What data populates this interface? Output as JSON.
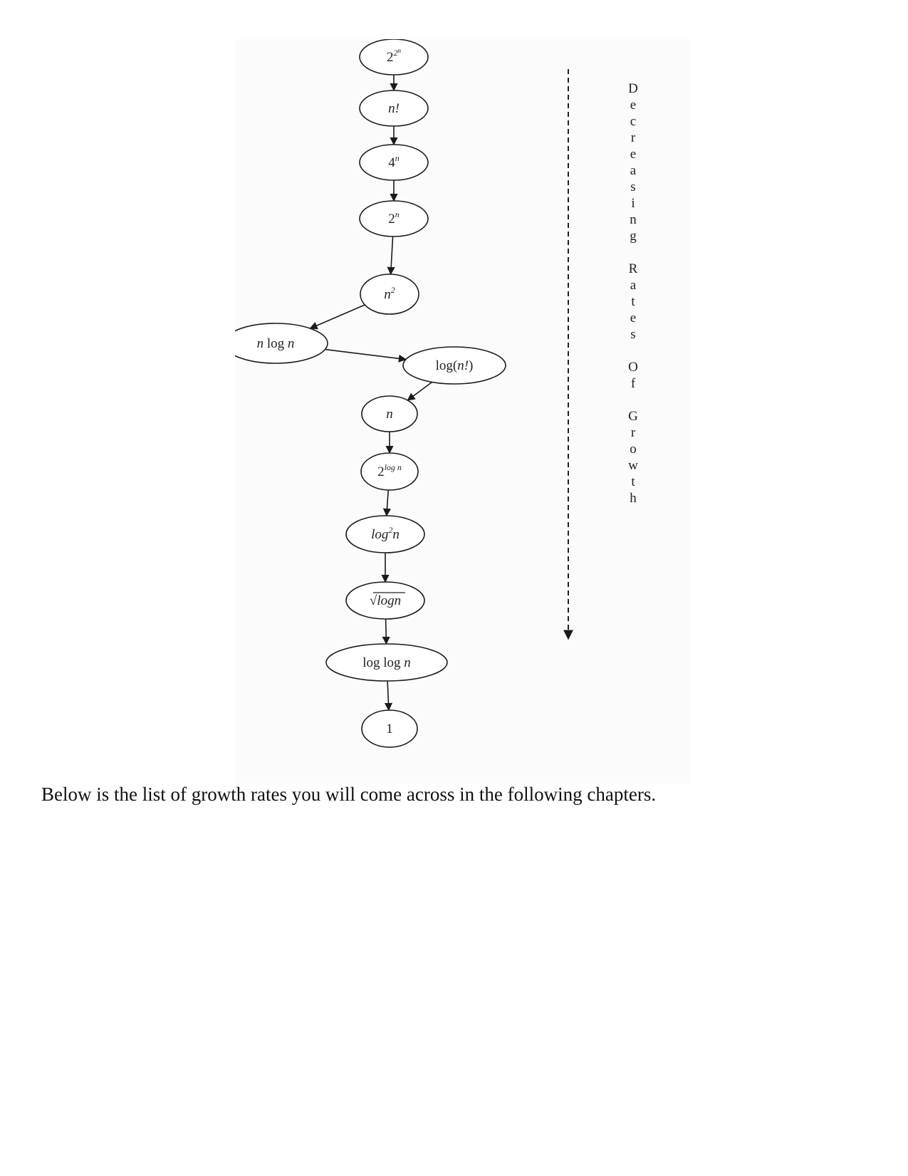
{
  "diagram": {
    "nodes": [
      {
        "id": "two-to-two-to-n",
        "parts": [
          {
            "t": "2",
            "s": "n"
          },
          {
            "t": "2",
            "s": "sup"
          },
          {
            "t": "n",
            "s": "sup2"
          }
        ]
      },
      {
        "id": "n-factorial",
        "parts": [
          {
            "t": "n!",
            "s": "it"
          }
        ]
      },
      {
        "id": "four-to-n",
        "parts": [
          {
            "t": "4",
            "s": "n"
          },
          {
            "t": "n",
            "s": "sup"
          }
        ]
      },
      {
        "id": "two-to-n",
        "parts": [
          {
            "t": "2",
            "s": "n"
          },
          {
            "t": "n",
            "s": "sup"
          }
        ]
      },
      {
        "id": "n-squared",
        "parts": [
          {
            "t": "n",
            "s": "it"
          },
          {
            "t": "2",
            "s": "sup"
          }
        ]
      },
      {
        "id": "n-log-n",
        "parts": [
          {
            "t": "n",
            "s": "it"
          },
          {
            "t": " log ",
            "s": "n"
          },
          {
            "t": "n",
            "s": "it"
          }
        ]
      },
      {
        "id": "log-n-factorial",
        "parts": [
          {
            "t": "log(",
            "s": "n"
          },
          {
            "t": "n!",
            "s": "it"
          },
          {
            "t": ")",
            "s": "n"
          }
        ]
      },
      {
        "id": "n",
        "parts": [
          {
            "t": "n",
            "s": "it"
          }
        ]
      },
      {
        "id": "two-to-log-n",
        "parts": [
          {
            "t": "2",
            "s": "n"
          },
          {
            "t": "log n",
            "s": "sup"
          }
        ]
      },
      {
        "id": "log-squared-n",
        "parts": [
          {
            "t": "log",
            "s": "it"
          },
          {
            "t": "2",
            "s": "sup"
          },
          {
            "t": "n",
            "s": "it"
          }
        ]
      },
      {
        "id": "sqrt-log-n",
        "parts": [
          {
            "t": "√",
            "s": "n"
          },
          {
            "t": "logn",
            "s": "it"
          }
        ]
      },
      {
        "id": "log-log-n",
        "parts": [
          {
            "t": "log log ",
            "s": "n"
          },
          {
            "t": "n",
            "s": "it"
          }
        ]
      },
      {
        "id": "one",
        "parts": [
          {
            "t": "1",
            "s": "n"
          }
        ]
      }
    ],
    "edges": [
      [
        "two-to-two-to-n",
        "n-factorial"
      ],
      [
        "n-factorial",
        "four-to-n"
      ],
      [
        "four-to-n",
        "two-to-n"
      ],
      [
        "two-to-n",
        "n-squared"
      ],
      [
        "n-squared",
        "n-log-n"
      ],
      [
        "n-log-n",
        "log-n-factorial"
      ],
      [
        "log-n-factorial",
        "n"
      ],
      [
        "n",
        "two-to-log-n"
      ],
      [
        "two-to-log-n",
        "log-squared-n"
      ],
      [
        "log-squared-n",
        "sqrt-log-n"
      ],
      [
        "sqrt-log-n",
        "log-log-n"
      ],
      [
        "log-log-n",
        "one"
      ]
    ],
    "side_label": "Decreasing Rates Of Growth"
  },
  "caption": "Below is the list of growth rates you will come across in the following chapters."
}
